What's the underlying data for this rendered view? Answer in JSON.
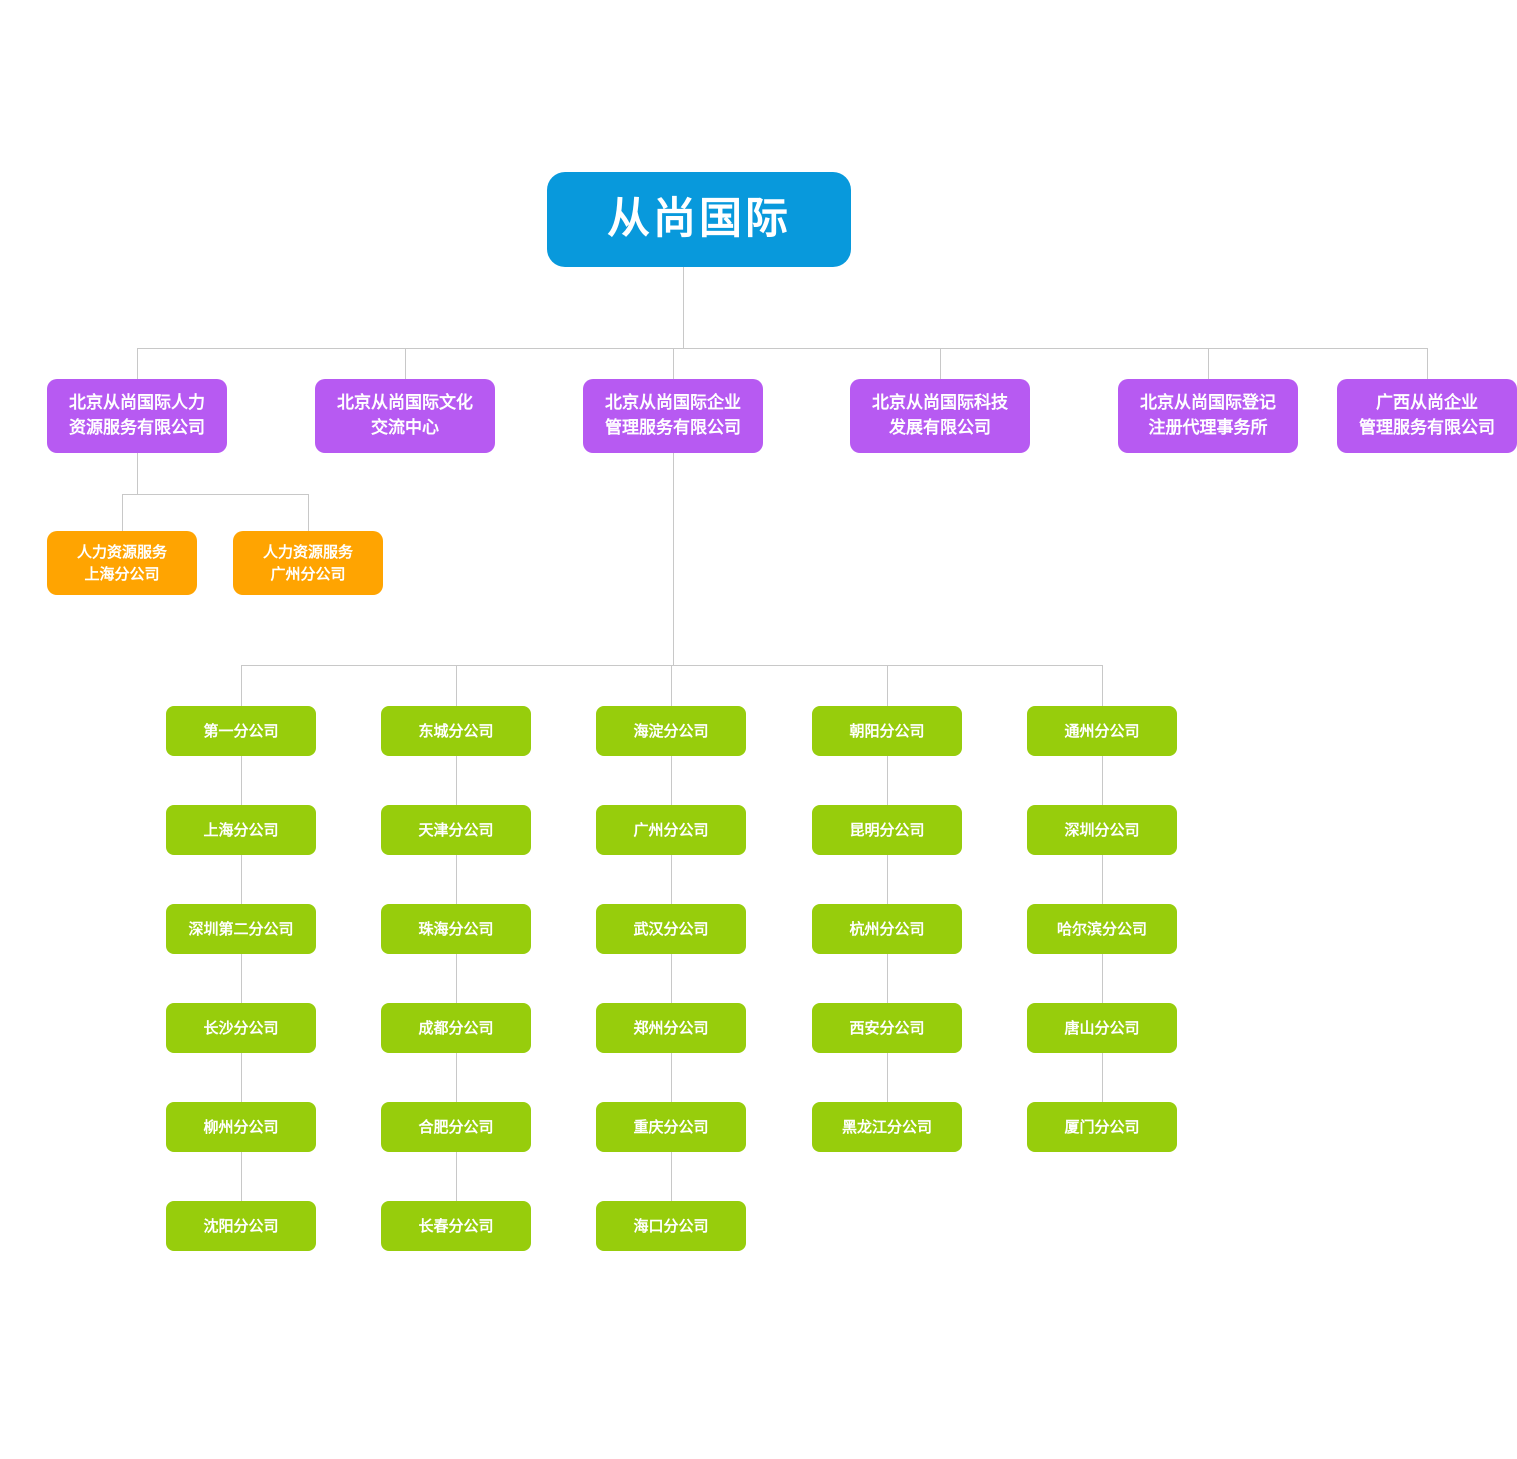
{
  "palette": {
    "root_blue": "#0899dc",
    "subsidiary_purple": "#b75af2",
    "hr_branch_orange": "#ffa401",
    "city_branch_green": "#97cd0c",
    "connector_gray": "#c8c8c8",
    "text_white": "#ffffff",
    "page_background": "#ffffff"
  },
  "org_chart": {
    "root": {
      "label": "从尚国际"
    },
    "subsidiaries": [
      {
        "lines": [
          "北京从尚国际人力",
          "资源服务有限公司"
        ]
      },
      {
        "lines": [
          "北京从尚国际文化",
          "交流中心"
        ]
      },
      {
        "lines": [
          "北京从尚国际企业",
          "管理服务有限公司"
        ]
      },
      {
        "lines": [
          "北京从尚国际科技",
          "发展有限公司"
        ]
      },
      {
        "lines": [
          "北京从尚国际登记",
          "注册代理事务所"
        ]
      },
      {
        "lines": [
          "广西从尚企业",
          "管理服务有限公司"
        ]
      }
    ],
    "hr_branches": [
      {
        "lines": [
          "人力资源服务",
          "上海分公司"
        ]
      },
      {
        "lines": [
          "人力资源服务",
          "广州分公司"
        ]
      }
    ],
    "city_branch_columns": [
      [
        "第一分公司",
        "上海分公司",
        "深圳第二分公司",
        "长沙分公司",
        "柳州分公司",
        "沈阳分公司"
      ],
      [
        "东城分公司",
        "天津分公司",
        "珠海分公司",
        "成都分公司",
        "合肥分公司",
        "长春分公司"
      ],
      [
        "海淀分公司",
        "广州分公司",
        "武汉分公司",
        "郑州分公司",
        "重庆分公司",
        "海口分公司"
      ],
      [
        "朝阳分公司",
        "昆明分公司",
        "杭州分公司",
        "西安分公司",
        "黑龙江分公司"
      ],
      [
        "通州分公司",
        "深圳分公司",
        "哈尔滨分公司",
        "唐山分公司",
        "厦门分公司"
      ]
    ]
  }
}
